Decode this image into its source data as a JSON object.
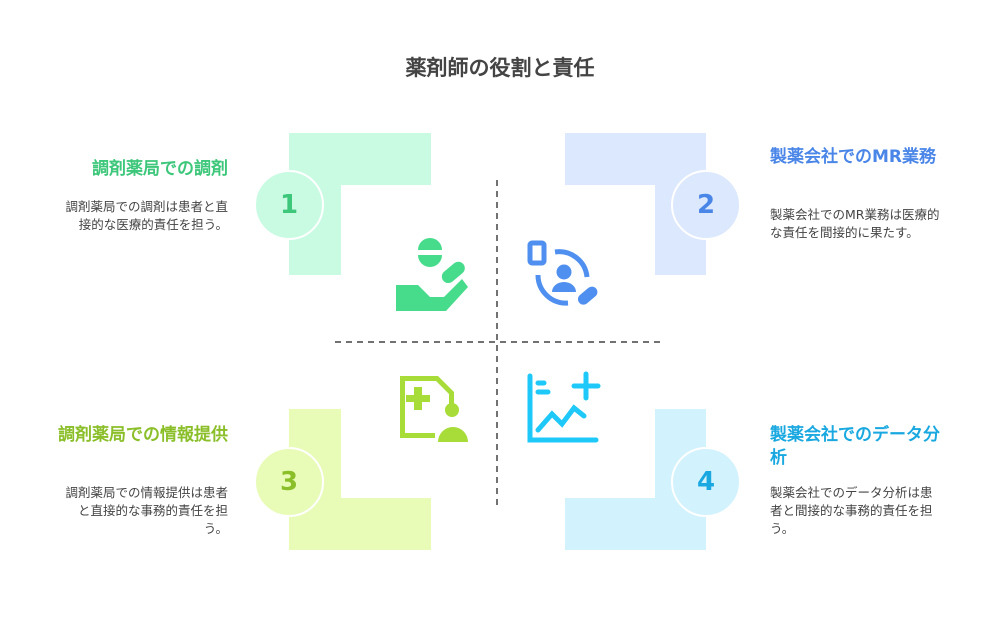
{
  "title": "薬剤師の役割と責任",
  "colors": {
    "green": "#3ecf83",
    "blue": "#4f8ff0",
    "lime": "#a3d839",
    "cyan": "#1ec3f5"
  },
  "items": [
    {
      "number": "1",
      "heading": "調剤薬局での調剤",
      "description": "調剤薬局での調剤は患者と直接的な医療的責任を担う。",
      "icon": "hand-pill-icon"
    },
    {
      "number": "2",
      "heading": "製薬会社でのMR業務",
      "description": "製薬会社でのMR業務は医療的な責任を間接的に果たす。",
      "icon": "person-document-pill-icon"
    },
    {
      "number": "3",
      "heading": "調剤薬局での情報提供",
      "description": "調剤薬局での情報提供は患者と直接的な事務的責任を担う。",
      "icon": "medical-file-person-icon"
    },
    {
      "number": "4",
      "heading": "製薬会社でのデータ分析",
      "description": "製薬会社でのデータ分析は患者と間接的な事務的責任を担う。",
      "icon": "chart-plus-icon"
    }
  ]
}
